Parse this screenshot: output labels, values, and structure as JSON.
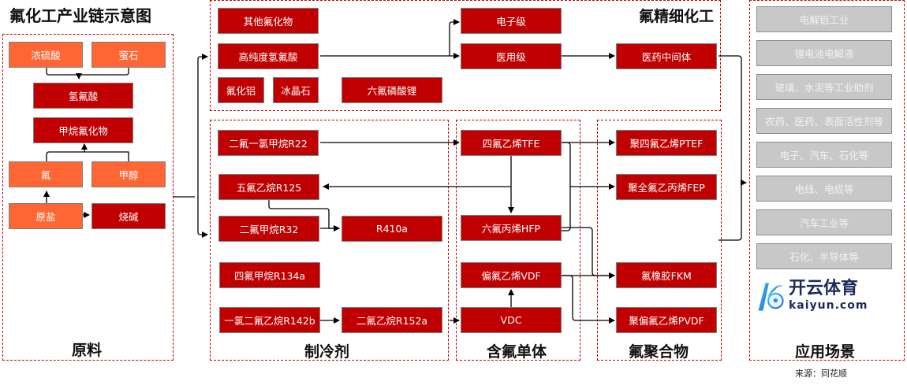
{
  "title": "氟化工产业链示意图",
  "source": "来源：同花顺",
  "colors": {
    "dark_node": "#c00000",
    "orange_node": "#ff6633",
    "gray_node": "#c8c8c8",
    "group_border": "#c00000"
  },
  "groups": {
    "raw": "原料",
    "fine": "氟精细化工",
    "refrigerant": "制冷剂",
    "monomer": "含氟单体",
    "polymer": "氟聚合物",
    "application": "应用场景"
  },
  "raw": {
    "sulfuric_acid": "浓硫酸",
    "fluorite": "萤石",
    "hf": "氢氟酸",
    "methane_fluoride": "甲烷氟化物",
    "fluorine": "氟",
    "methanol": "甲醇",
    "salt": "原盐",
    "caustic_soda": "烧碱"
  },
  "fine": {
    "other_fluorides": "其他氟化物",
    "high_purity_hf": "高纯度氢氟酸",
    "aluminum_fluoride": "氟化铝",
    "cryolite": "冰晶石",
    "lipf6": "六氟磷酸锂",
    "electronic_grade": "电子级",
    "medical_grade": "医用级",
    "pharma_intermediate": "医药中间体"
  },
  "refrigerant": {
    "r22": "二氟一氯甲烷R22",
    "r125": "五氟乙烷R125",
    "r32": "二氟甲烷R32",
    "r410a": "R410a",
    "r134a": "四氟甲烷R134a",
    "r142b": "一氯二氟乙烷R142b",
    "r152a": "二氟乙烷R152a"
  },
  "monomer": {
    "tfe": "四氟乙烯TFE",
    "hfp": "六氟丙烯HFP",
    "vdf": "偏氟乙烯VDF",
    "vdc": "VDC"
  },
  "polymer": {
    "ptfe": "聚四氟乙烯PTEF",
    "fep": "聚全氟乙丙烯FEP",
    "fkm": "氟橡胶FKM",
    "pvdf": "聚偏氟乙烯PVDF"
  },
  "application": {
    "items": [
      "电解铝工业",
      "锂电池电解液",
      "玻璃、水泥等工业助剂",
      "农药、医药、表面活性剂等",
      "电子、汽车、石化等",
      "电线、电缆等",
      "汽车工业等",
      "石化、半导体等"
    ]
  },
  "watermark": {
    "brand": "开云体育",
    "url": "kaiyun.com"
  }
}
